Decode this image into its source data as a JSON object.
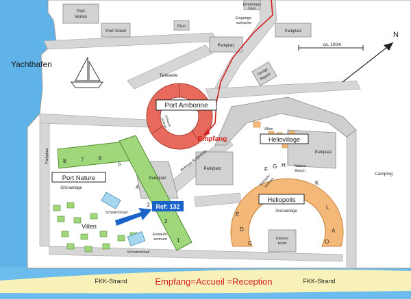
{
  "colors": {
    "sea": "#5fb3e8",
    "land": "#ffffff",
    "road": "#d6d6d6",
    "green": "#9fd77a",
    "orange": "#f4b878",
    "red": "#e86a5c",
    "sand": "#f8f2b8",
    "empfang_red": "#d21f1f",
    "ref_blue": "#1a63c8"
  },
  "water": {
    "label": "Yachthafen"
  },
  "port_venus": {
    "line1": "Port",
    "line2": "Venus"
  },
  "port_soleil": {
    "label": "Port Soleil"
  },
  "post": {
    "label": "Post"
  },
  "empfangsbuero": {
    "line1": "Empfangs-",
    "line2": "büro"
  },
  "eingangsschranke": {
    "line1": "Eingangs-",
    "line2": "schranke"
  },
  "parkplatz_top_right": {
    "label": "Parkplatz"
  },
  "parkplatz_center": {
    "label": "Parkplatz"
  },
  "parkplatz_heliovillage": {
    "label": "Parkplatz"
  },
  "parkplatz_left": {
    "label": "Parkplatz"
  },
  "parkplatz_port_nature": {
    "label": "Parkplatz"
  },
  "parkplatz_bottom": {
    "label": "Parkplatz"
  },
  "garage_bagnoli": {
    "line1": "Garage",
    "line2": "Bagnoli"
  },
  "scale": {
    "label": "ca. 100m"
  },
  "north": {
    "label": "N"
  },
  "tankstelle": {
    "label": "Tankstelle"
  },
  "port_ambonne": {
    "label": "Port Ambonne"
  },
  "einkaufszentrum_ambonne": {
    "line1": "Einkaufs-",
    "line2": "zentrum"
  },
  "empfang_arrow": {
    "label": "Empfang"
  },
  "heliovillage": {
    "label": "Heliovillage"
  },
  "villen_heliovillage": {
    "label": "Villen"
  },
  "avenue_amphitrite": {
    "label": "Avenue Amphitrite"
  },
  "camping": {
    "label": "Camping"
  },
  "port_nature": {
    "label": "Port Nature"
  },
  "gruenanlage_nature": {
    "label": "Grünanlage"
  },
  "villen_nature": {
    "label": "Villen"
  },
  "schwimmbad_top": {
    "label": "Schwimmbad"
  },
  "schwimmbad_bottom": {
    "label": "Schwimmbad"
  },
  "einkaufszentrum_nature": {
    "line1": "Einkaufs-",
    "line2": "zentrum"
  },
  "ref": {
    "label": "Ref: 132"
  },
  "heliopolis": {
    "label": "Heliopolis"
  },
  "gruenanlage_heliopolis": {
    "label": "Grünanlage"
  },
  "einkaufszentrum_heliopolis": {
    "line1": "Einkaufs-",
    "line2": "zentrum"
  },
  "natura_beach": {
    "line1": "Natura",
    "line2": "Beach"
  },
  "kleines_hotel": {
    "line1": "Kleines",
    "line2": "Hotel"
  },
  "nature_numbers": [
    "8",
    "7",
    "6",
    "5",
    "4",
    "3",
    "2",
    "1"
  ],
  "heliopolis_letters": [
    "F",
    "G",
    "H",
    "K",
    "L",
    "A",
    "O",
    "C",
    "D",
    "E"
  ],
  "fkk_left": {
    "label": "FKK-Strand"
  },
  "fkk_right": {
    "label": "FKK-Strand"
  },
  "beach_caption": {
    "label": "Empfang=Accueil =Reception"
  }
}
